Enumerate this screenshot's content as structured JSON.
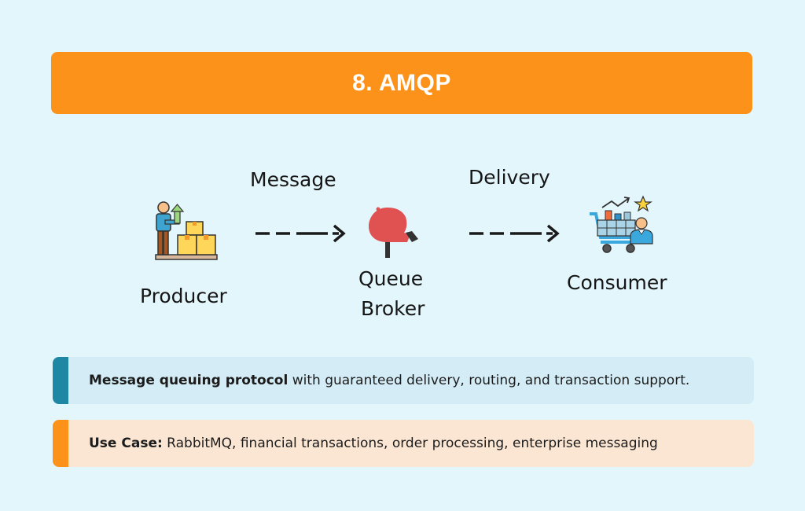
{
  "header": {
    "title": "8. AMQP"
  },
  "flow": {
    "nodes": [
      {
        "id": "producer",
        "label": "Producer",
        "icon": "worker-with-boxes-icon"
      },
      {
        "id": "broker",
        "label_line1": "Queue",
        "label_line2": "Broker",
        "icon": "queue-broker-icon"
      },
      {
        "id": "consumer",
        "label": "Consumer",
        "icon": "shopping-cart-customer-icon"
      }
    ],
    "edges": [
      {
        "from": "producer",
        "to": "broker",
        "label": "Message",
        "style": "dashed-arrow"
      },
      {
        "from": "broker",
        "to": "consumer",
        "label": "Delivery",
        "style": "dashed-arrow"
      }
    ]
  },
  "cards": {
    "description": {
      "bold": "Message queuing protocol",
      "rest": " with guaranteed delivery, routing, and transaction support.",
      "accent": "#1e87a3"
    },
    "use_case": {
      "bold": "Use Case:",
      "rest": " RabbitMQ, financial transactions, order processing, enterprise messaging",
      "accent": "#fd921b"
    }
  },
  "colors": {
    "background": "#e3f6fc",
    "title_bar": "#fd921b",
    "broker_red": "#e05252"
  }
}
